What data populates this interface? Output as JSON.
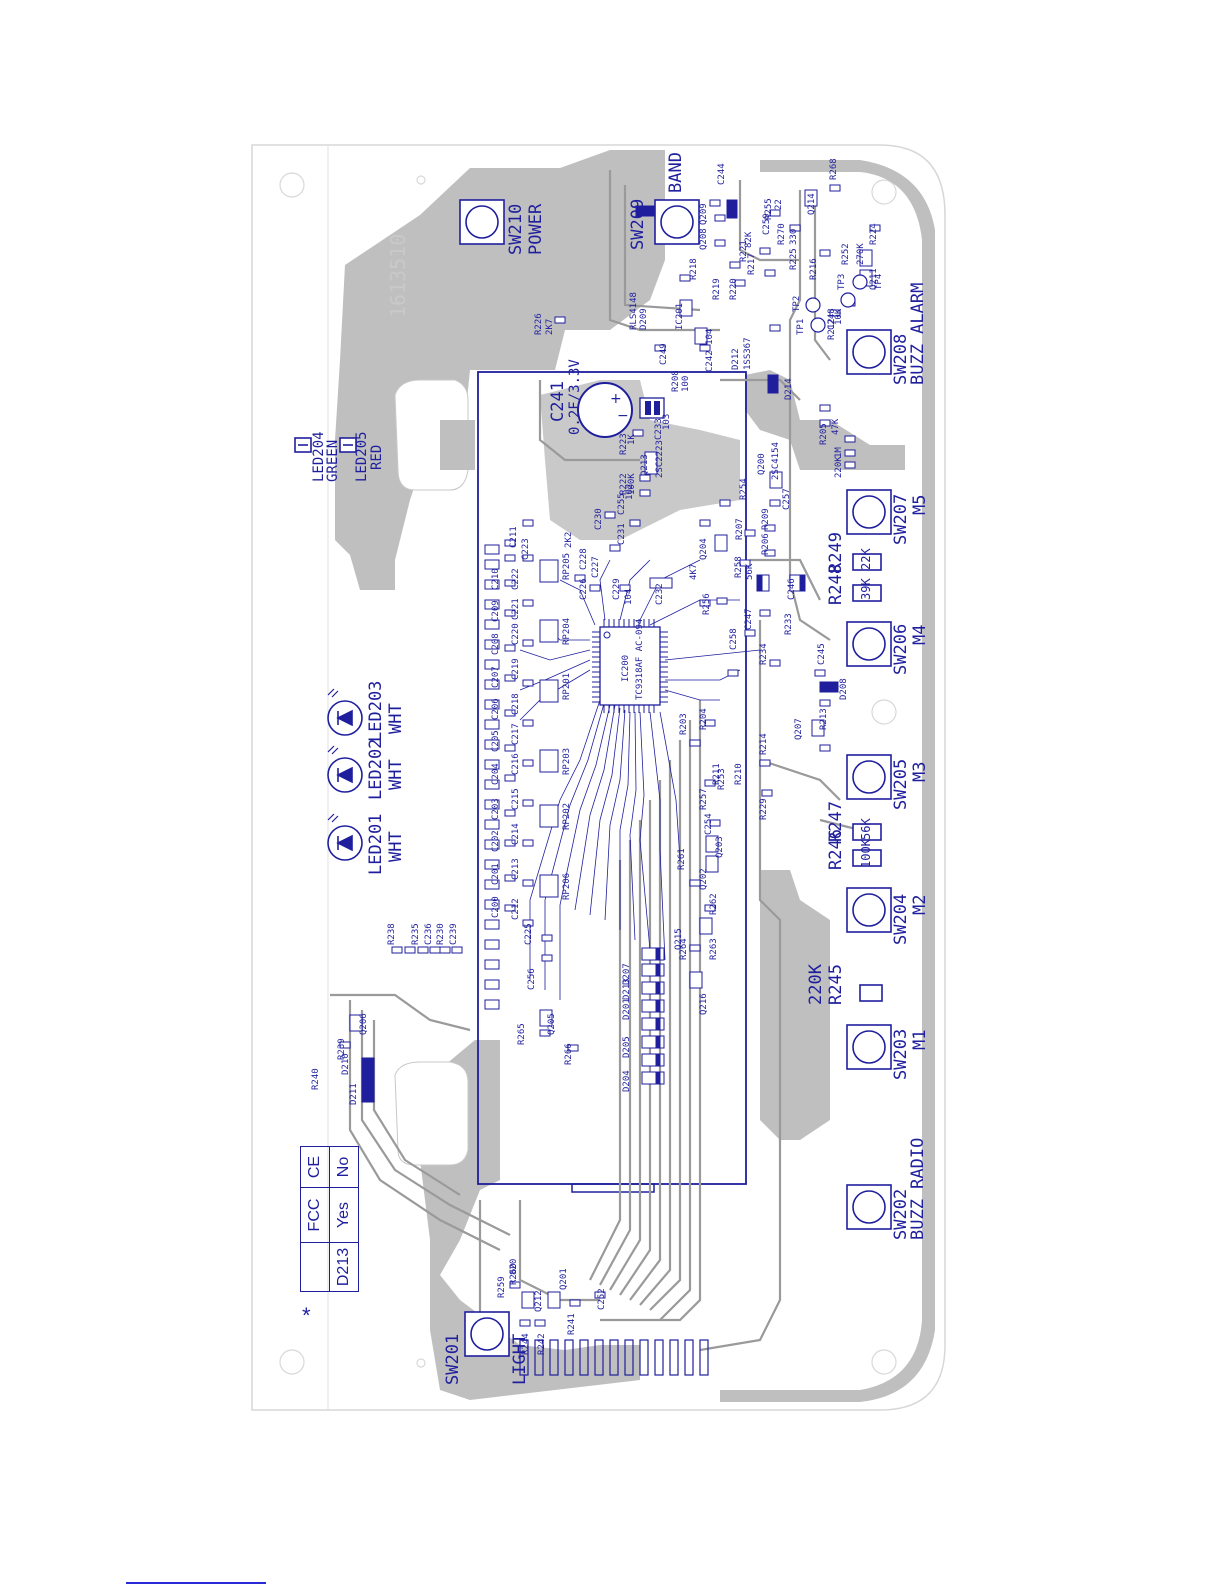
{
  "board_id": "1613510",
  "switches": [
    {
      "ref": "SW210",
      "func": "POWER"
    },
    {
      "ref": "SW209",
      "func": "BAND"
    },
    {
      "ref": "SW208",
      "func": "BUZZ ALARM"
    },
    {
      "ref": "SW207",
      "func": "M5"
    },
    {
      "ref": "SW206",
      "func": "M4"
    },
    {
      "ref": "SW205",
      "func": "M3"
    },
    {
      "ref": "SW204",
      "func": "M2"
    },
    {
      "ref": "SW203",
      "func": "M1"
    },
    {
      "ref": "SW202",
      "func": "BUZZ RADIO"
    },
    {
      "ref": "SW201",
      "func": "LIGHT"
    }
  ],
  "leds": [
    {
      "ref": "LED204",
      "color": "GREEN"
    },
    {
      "ref": "LED205",
      "color": "RED"
    },
    {
      "ref": "LED201",
      "color": "WHT"
    },
    {
      "ref": "LED202",
      "color": "WHT"
    },
    {
      "ref": "LED203",
      "color": "WHT"
    }
  ],
  "resistor_labels": [
    {
      "ref": "R249",
      "value": "22K"
    },
    {
      "ref": "R248",
      "value": "39K"
    },
    {
      "ref": "R247",
      "value": "56K"
    },
    {
      "ref": "R246",
      "value": "100K"
    },
    {
      "ref": "R245",
      "value": "220K"
    }
  ],
  "capacitor": {
    "ref": "C241",
    "value": "0.2F/3.3V"
  },
  "ic": {
    "ref": "IC200",
    "part": "TC9318AF AC-094"
  },
  "table": {
    "mark": "*",
    "head": [
      "FCC",
      "CE"
    ],
    "row_label": "D213",
    "row": [
      "Yes",
      "No"
    ]
  },
  "small_labels": [
    "R226",
    "2K7",
    "D209",
    "RLS4148",
    "IC201",
    "C249",
    "C242 104",
    "D212",
    "1SS367",
    "D214",
    "R208",
    "100",
    "C233",
    "103",
    "R223",
    "1K",
    "Q213",
    "2SC2223",
    "R222",
    "100K",
    "C255",
    "102",
    "C230",
    "C231",
    "C232",
    "104",
    "R221",
    "2K2",
    "R207",
    "R209",
    "R206",
    "R233",
    "R234",
    "R235",
    "IC200",
    "R203",
    "R204",
    "R205",
    "R210",
    "R211",
    "R212",
    "R213",
    "R214",
    "R229",
    "R260",
    "R261",
    "R262",
    "R263",
    "R264",
    "Q200",
    "2SC4154",
    "Q201",
    "Q202",
    "Q203",
    "Q204",
    "Q205",
    "Q206",
    "Q207",
    "Q208",
    "Q209",
    "Q210",
    "Q211",
    "Q212",
    "Q214",
    "Q215",
    "Q216",
    "D201",
    "D202",
    "D203",
    "D204",
    "D205",
    "D206",
    "D207",
    "D208",
    "D210",
    "D211",
    "D213",
    "RP201",
    "RP202",
    "RP203",
    "RP204",
    "RP205",
    "RP206",
    "C200",
    "C201",
    "C202",
    "C203",
    "C204",
    "C205",
    "C206",
    "C207",
    "C208",
    "C209",
    "C210",
    "C211",
    "C212",
    "C213",
    "C214",
    "C215",
    "C216",
    "C217",
    "C218",
    "C219",
    "C220",
    "C221",
    "C222",
    "C223",
    "C225",
    "C226",
    "C227",
    "C228",
    "C229",
    "C236",
    "C239",
    "R230",
    "R235",
    "R236",
    "R237",
    "R238",
    "R239",
    "R240",
    "R241",
    "R242",
    "R244",
    "R252",
    "R253",
    "R254",
    "R255",
    "R256",
    "R257",
    "R258",
    "R259",
    "R265",
    "R266",
    "R268",
    "R270",
    "R224",
    "R225",
    "R216",
    "R217",
    "R218",
    "R219",
    "R220",
    "C244",
    "C245",
    "C246",
    "C247",
    "C248",
    "C250",
    "C251",
    "C252",
    "C254",
    "C256",
    "C257",
    "C258",
    "C259",
    "TP1",
    "TP2",
    "TP3",
    "TP4",
    "47K",
    "10K",
    "1M",
    "220K",
    "270K",
    "4K7",
    "56K",
    "82K",
    "330",
    "22",
    "820",
    "103",
    "102",
    "104",
    "2K2",
    "100K",
    "3.3/16"
  ]
}
